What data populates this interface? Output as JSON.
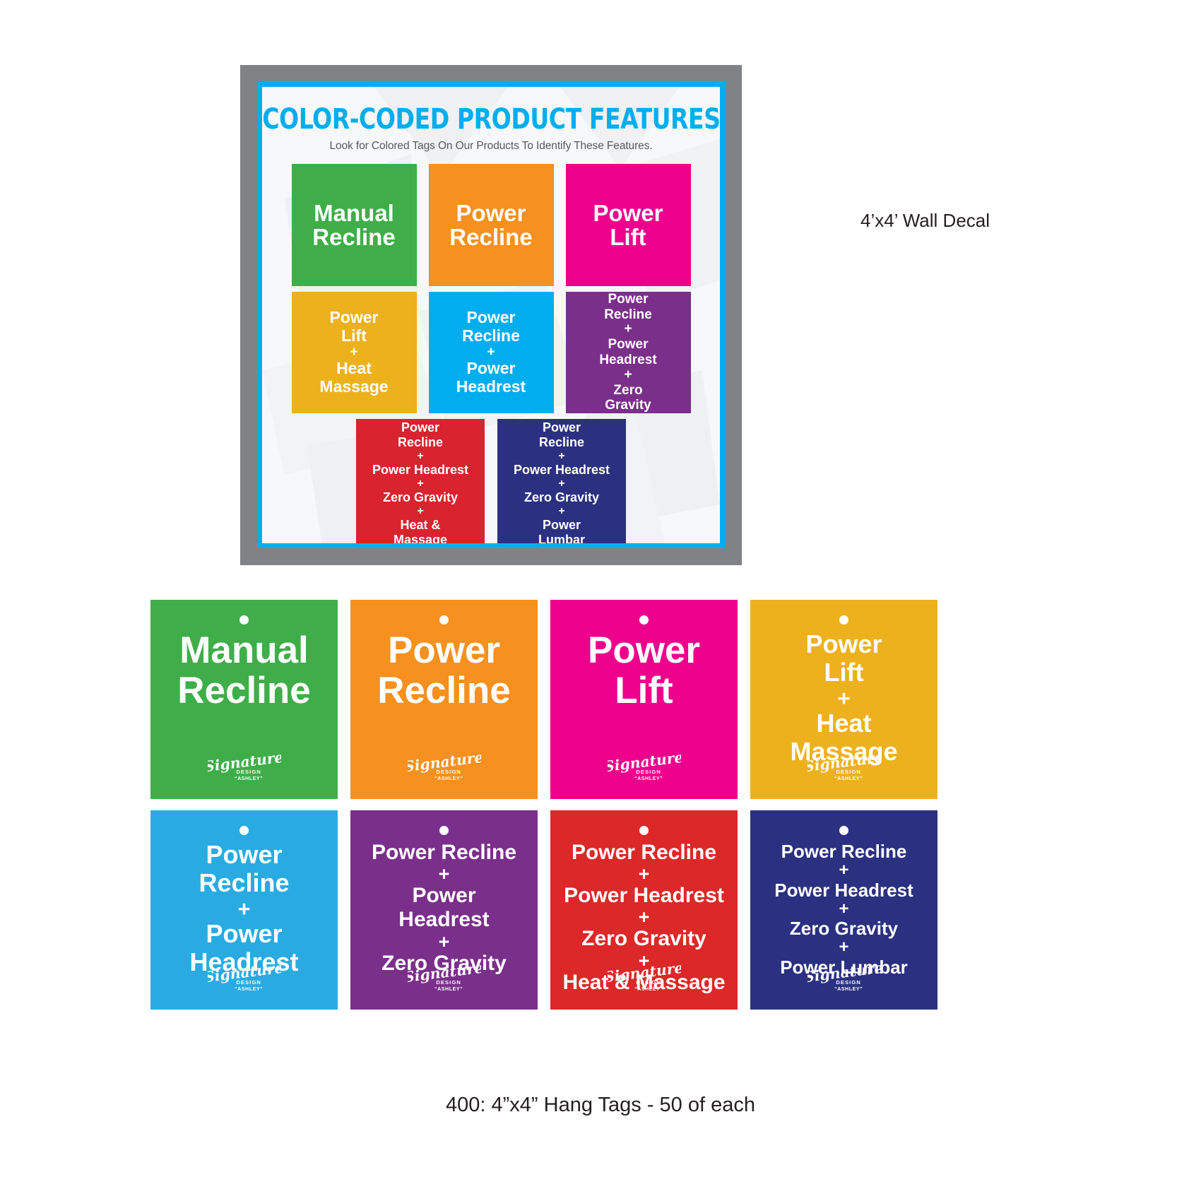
{
  "wall_decal": {
    "title": "COLOR-CODED PRODUCT FEATURES",
    "subtitle": "Look for Colored Tags On Our Products To Identify These Features.",
    "frame_color": "#808285",
    "border_color": "#00AEEF",
    "background_color": "#F7F8F9",
    "title_color": "#00AEEF",
    "subtitle_color": "#58595B",
    "caption": "4’x4’ Wall Decal",
    "cells": [
      {
        "id": "manual-recline",
        "color": "#3FAE49",
        "lines": [
          "Manual",
          "Recline"
        ]
      },
      {
        "id": "power-recline",
        "color": "#F6901E",
        "lines": [
          "Power",
          "Recline"
        ]
      },
      {
        "id": "power-lift",
        "color": "#EC008C",
        "lines": [
          "Power",
          "Lift"
        ]
      },
      {
        "id": "power-lift-heat-massage",
        "color": "#EDB11E",
        "lines": [
          "Power",
          "Lift",
          "+",
          "Heat",
          "Massage"
        ]
      },
      {
        "id": "power-recline-power-headrest",
        "color": "#00AEEF",
        "lines": [
          "Power",
          "Recline",
          "+",
          "Power",
          "Headrest"
        ]
      },
      {
        "id": "power-recline-headrest-zero-gravity",
        "color": "#7A2F8A",
        "lines": [
          "Power",
          "Recline",
          "+",
          "Power",
          "Headrest",
          "+",
          "Zero",
          "Gravity"
        ]
      },
      {
        "id": "power-recline-headrest-zg-heat-massage",
        "color": "#D9232E",
        "lines": [
          "Power",
          "Recline",
          "+",
          "Power Headrest",
          "+",
          "Zero Gravity",
          "+",
          "Heat &",
          "Massage"
        ]
      },
      {
        "id": "power-recline-headrest-zg-lumbar",
        "color": "#2B3180",
        "lines": [
          "Power",
          "Recline",
          "+",
          "Power Headrest",
          "+",
          "Zero Gravity",
          "+",
          "Power",
          "Lumbar"
        ]
      }
    ]
  },
  "hang_tags": {
    "caption": "400: 4”x4” Hang Tags - 50 of each",
    "logo_script": "Signature",
    "logo_line1": "DESIGN",
    "logo_line2": "“ASHLEY”",
    "items": [
      {
        "id": "tag-manual-recline",
        "color": "#3FAE49",
        "size": "xl",
        "lines": [
          "Manual",
          "Recline"
        ]
      },
      {
        "id": "tag-power-recline",
        "color": "#F6901E",
        "size": "xl",
        "lines": [
          "Power",
          "Recline"
        ]
      },
      {
        "id": "tag-power-lift",
        "color": "#EC008C",
        "size": "xl",
        "lines": [
          "Power",
          "Lift"
        ]
      },
      {
        "id": "tag-power-lift-heat-massage",
        "color": "#EDB11E",
        "size": "md",
        "lines": [
          "Power",
          "Lift",
          "+",
          "Heat",
          "Massage"
        ]
      },
      {
        "id": "tag-power-recline-power-headrest",
        "color": "#29ABE2",
        "size": "md",
        "lines": [
          "Power",
          "Recline",
          "+",
          "Power",
          "Headrest"
        ]
      },
      {
        "id": "tag-power-recline-headrest-zero-gravity",
        "color": "#7A2F8A",
        "size": "sm",
        "lines": [
          "Power Recline",
          "+",
          "Power",
          "Headrest",
          "+",
          "Zero Gravity"
        ]
      },
      {
        "id": "tag-power-recline-headrest-zg-heat-massage",
        "color": "#DC2828",
        "size": "sm",
        "lines": [
          "Power Recline",
          "+",
          "Power Headrest",
          "+",
          "Zero Gravity",
          "+",
          "Heat & Massage"
        ]
      },
      {
        "id": "tag-power-recline-headrest-zg-lumbar",
        "color": "#2B3180",
        "size": "xs",
        "lines": [
          "Power Recline",
          "+",
          "Power Headrest",
          "+",
          "Zero Gravity",
          "+",
          "Power Lumbar"
        ]
      }
    ]
  }
}
